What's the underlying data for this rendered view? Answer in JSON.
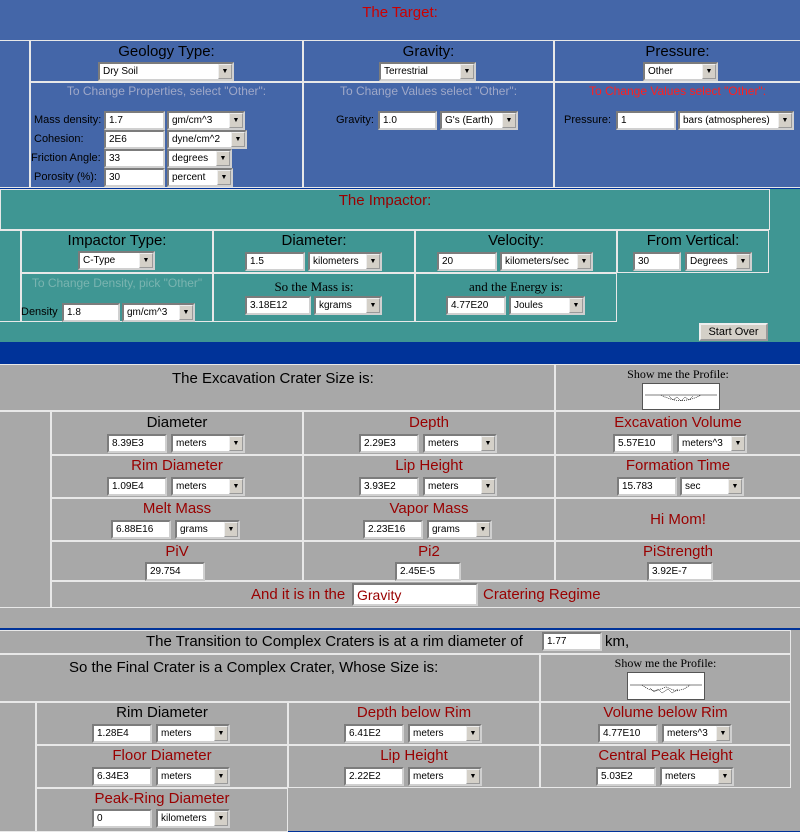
{
  "target": {
    "title": "The Target:",
    "geology": {
      "header": "Geology Type:",
      "select": "Dry Soil",
      "note": "To Change Properties, select \"Other\":",
      "rows": [
        {
          "label": "Mass density:",
          "value": "1.7",
          "unit": "gm/cm^3"
        },
        {
          "label": "Cohesion:",
          "value": "2E6",
          "unit": "dyne/cm^2"
        },
        {
          "label": "Friction Angle:",
          "value": "33",
          "unit": "degrees"
        },
        {
          "label": "Porosity (%):",
          "value": "30",
          "unit": "percent"
        }
      ]
    },
    "gravity": {
      "header": "Gravity:",
      "select": "Terrestrial",
      "note": "To Change Values select \"Other\":",
      "label": "Gravity:",
      "value": "1.0",
      "unit": "G's (Earth)"
    },
    "pressure": {
      "header": "Pressure:",
      "select": "Other",
      "note": "To Change Values select \"Other\":",
      "label": "Pressure:",
      "value": "1",
      "unit": "bars (atmospheres)"
    }
  },
  "impactor": {
    "title": "The Impactor:",
    "type": {
      "header": "Impactor Type:",
      "select": "C-Type",
      "note": "To Change Density, pick \"Other\"",
      "density_label": "Density",
      "density_value": "1.8",
      "density_unit": "gm/cm^3"
    },
    "diameter": {
      "header": "Diameter:",
      "value": "1.5",
      "unit": "kilometers",
      "mass_label": "So the Mass is:",
      "mass_value": "3.18E12",
      "mass_unit": "kgrams"
    },
    "velocity": {
      "header": "Velocity:",
      "value": "20",
      "unit": "kilometers/sec",
      "energy_label": "and the Energy is:",
      "energy_value": "4.77E20",
      "energy_unit": "Joules"
    },
    "angle": {
      "header": "From Vertical:",
      "value": "30",
      "unit": "Degrees"
    },
    "start_over": "Start Over"
  },
  "excavation": {
    "title": "The Excavation Crater Size is:",
    "profile_label": "Show me the Profile:",
    "cells": [
      {
        "label": "Diameter",
        "value": "8.39E3",
        "unit": "meters"
      },
      {
        "label": "Depth",
        "value": "2.29E3",
        "unit": "meters"
      },
      {
        "label": "Excavation Volume",
        "value": "5.57E10",
        "unit": "meters^3"
      },
      {
        "label": "Rim Diameter",
        "value": "1.09E4",
        "unit": "meters"
      },
      {
        "label": "Lip Height",
        "value": "3.93E2",
        "unit": "meters"
      },
      {
        "label": "Formation Time",
        "value": "15.783",
        "unit": "sec"
      },
      {
        "label": "Melt Mass",
        "value": "6.88E16",
        "unit": "grams"
      },
      {
        "label": "Vapor Mass",
        "value": "2.23E16",
        "unit": "grams"
      },
      {
        "label": "Hi Mom!",
        "value": "",
        "unit": ""
      },
      {
        "label": "PiV",
        "value": "29.754",
        "unit": ""
      },
      {
        "label": "Pi2",
        "value": "2.45E-5",
        "unit": ""
      },
      {
        "label": "PiStrength",
        "value": "3.92E-7",
        "unit": ""
      }
    ],
    "regime_prefix": "And it is in the",
    "regime_value": "Gravity",
    "regime_suffix": "Cratering Regime"
  },
  "complex": {
    "transition_prefix": "The Transition to Complex Craters is at a rim diameter of",
    "transition_value": "1.77",
    "transition_suffix": "km,",
    "final_label": "So the Final Crater is a Complex Crater, Whose Size is:",
    "profile_label": "Show me the Profile:",
    "cells": [
      {
        "label": "Rim Diameter",
        "value": "1.28E4",
        "unit": "meters"
      },
      {
        "label": "Depth below Rim",
        "value": "6.41E2",
        "unit": "meters"
      },
      {
        "label": "Volume below Rim",
        "value": "4.77E10",
        "unit": "meters^3"
      },
      {
        "label": "Floor Diameter",
        "value": "6.34E3",
        "unit": "meters"
      },
      {
        "label": "Lip Height",
        "value": "2.22E2",
        "unit": "meters"
      },
      {
        "label": "Central Peak Height",
        "value": "5.03E2",
        "unit": "meters"
      },
      {
        "label": "Peak-Ring Diameter",
        "value": "0",
        "unit": "kilometers"
      }
    ]
  }
}
